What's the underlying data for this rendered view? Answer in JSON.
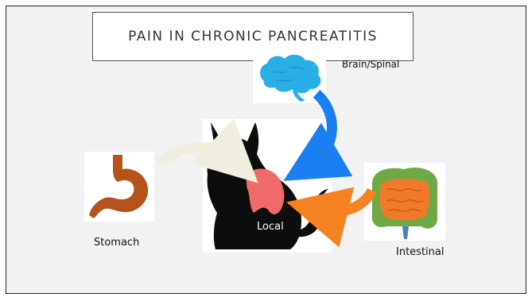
{
  "slide": {
    "title": "PAIN IN CHRONIC PANCREATITIS"
  },
  "labels": {
    "brain": "Brain/Spinal",
    "local": "Local",
    "stomach": "Stomach",
    "intestinal": "Intestinal"
  },
  "colors": {
    "panel_background": "#f2f2f2",
    "brain": "#29aee8",
    "cat": "#0d0d0d",
    "pancreas": "#f06a6a",
    "stomach": "#b5531c",
    "intestine_outer": "#6fa944",
    "intestine_inner": "#f07a2a",
    "arrow_blue": "#1a7ff0",
    "arrow_orange": "#f58220",
    "arrow_cream": "#f0efdf"
  },
  "icons": [
    "brain-icon",
    "cat-icon",
    "pancreas-icon",
    "stomach-icon",
    "intestine-icon"
  ]
}
